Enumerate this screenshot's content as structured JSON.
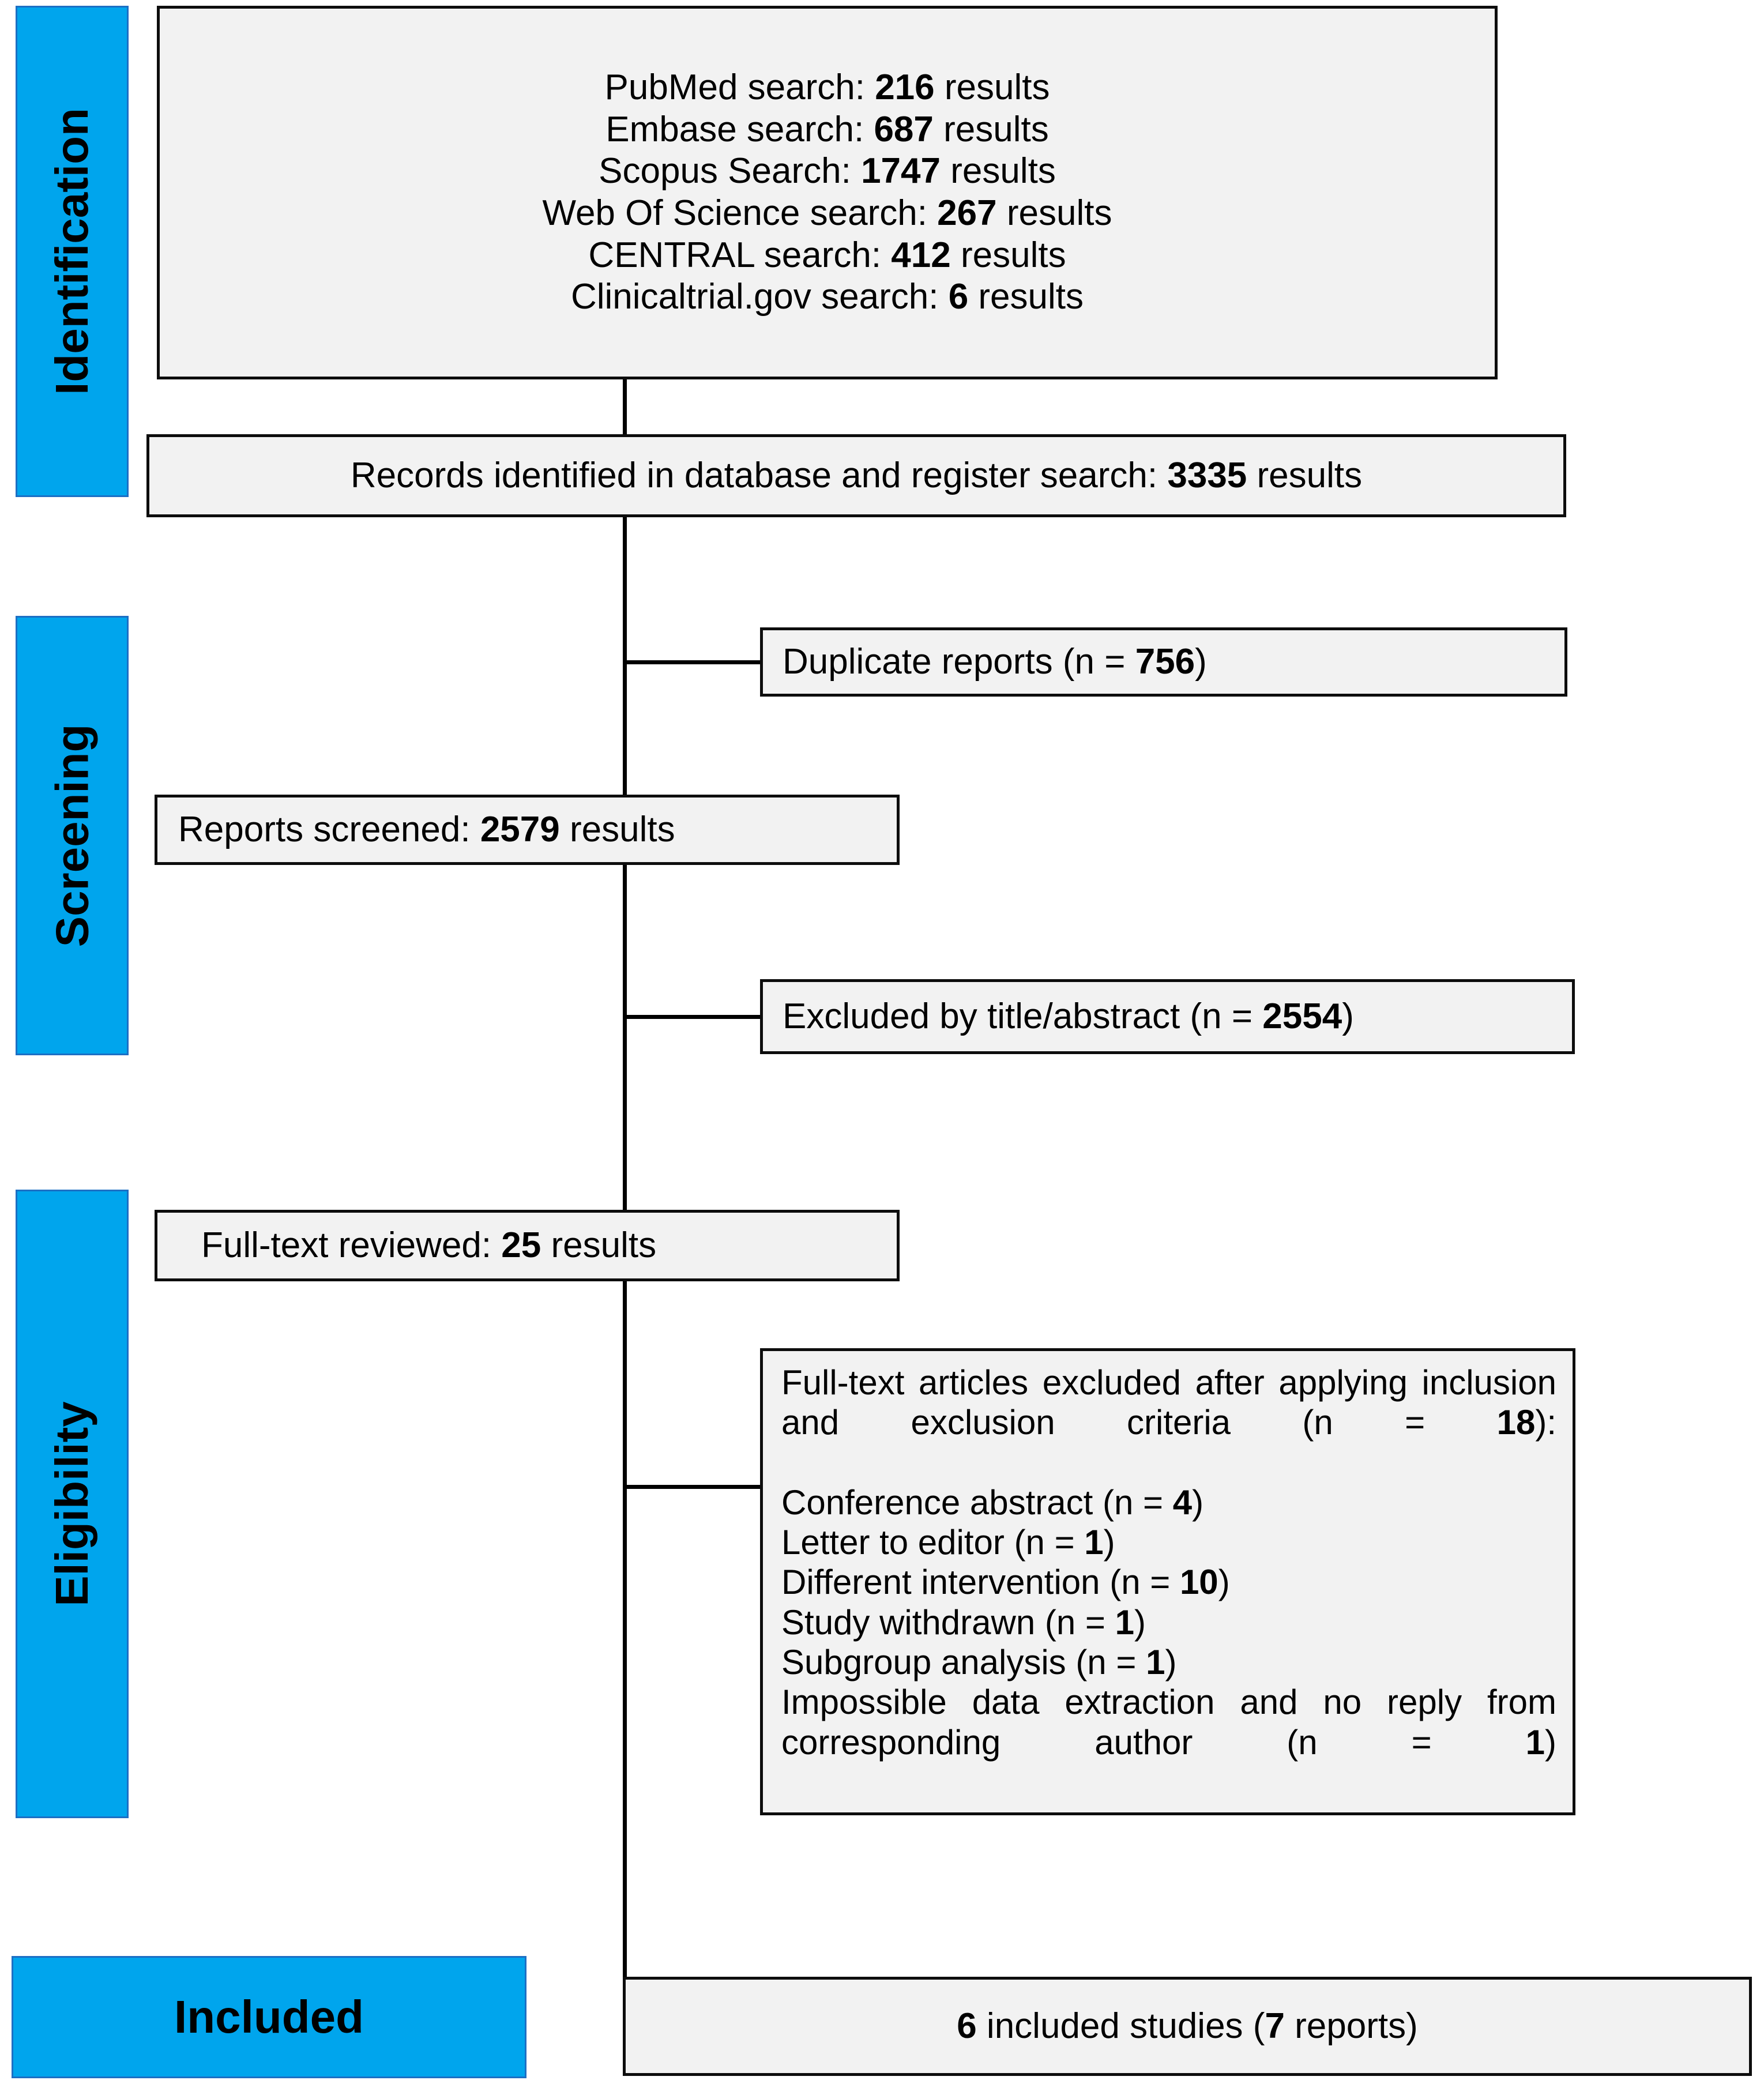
{
  "diagram": {
    "title": "PRISMA flow diagram",
    "accent_color": "#00A5ED",
    "accent_border_color": "#1C6FC4",
    "box_fill_color": "#F2F2F2",
    "box_border_color": "#0D0D0D"
  },
  "stages": {
    "identification": "Identification",
    "screening": "Screening",
    "eligibility": "Eligibility",
    "included": "Included"
  },
  "search_results": {
    "lines": [
      {
        "label": "PubMed search: ",
        "value": "216",
        "suffix": " results"
      },
      {
        "label": "Embase search: ",
        "value": "687",
        "suffix": " results"
      },
      {
        "label": "Scopus Search: ",
        "value": "1747",
        "suffix": " results"
      },
      {
        "label": "Web Of Science search: ",
        "value": "267",
        "suffix": " results"
      },
      {
        "label": "CENTRAL search: ",
        "value": "412",
        "suffix": " results"
      },
      {
        "label": "Clinicaltrial.gov search: ",
        "value": "6",
        "suffix": " results"
      }
    ]
  },
  "records_identified": {
    "label": "Records identified in database and register search: ",
    "value": "3335",
    "suffix": " results"
  },
  "duplicates": {
    "label": "Duplicate reports (n = ",
    "value": "756",
    "suffix": ")"
  },
  "reports_screened": {
    "label": "Reports screened: ",
    "value": "2579",
    "suffix": " results"
  },
  "excluded_title_abstract": {
    "label": "Excluded by title/abstract (n = ",
    "value": "2554",
    "suffix": ")"
  },
  "fulltext_reviewed": {
    "label": "Full-text reviewed: ",
    "value": "25",
    "suffix": " results"
  },
  "exclusion_detail": {
    "heading_prefix": "Full-text articles excluded after applying inclusion and exclusion criteria (n = ",
    "heading_value": "18",
    "heading_suffix": "):",
    "reasons": [
      {
        "label": "Conference abstract (n = ",
        "value": "4",
        "suffix": ")"
      },
      {
        "label": "Letter to editor (n = ",
        "value": "1",
        "suffix": ")"
      },
      {
        "label": "Different intervention (n = ",
        "value": "10",
        "suffix": ")"
      },
      {
        "label": "Study withdrawn (n = ",
        "value": "1",
        "suffix": ")"
      },
      {
        "label": "Subgroup analysis (n = ",
        "value": "1",
        "suffix": ")"
      }
    ],
    "last_reason": {
      "label": "Impossible data extraction and no reply from corresponding author (n = ",
      "value": "1",
      "suffix": ")"
    }
  },
  "included_studies": {
    "value": "6",
    "mid": " included studies (",
    "value2": "7",
    "suffix": " reports)"
  }
}
